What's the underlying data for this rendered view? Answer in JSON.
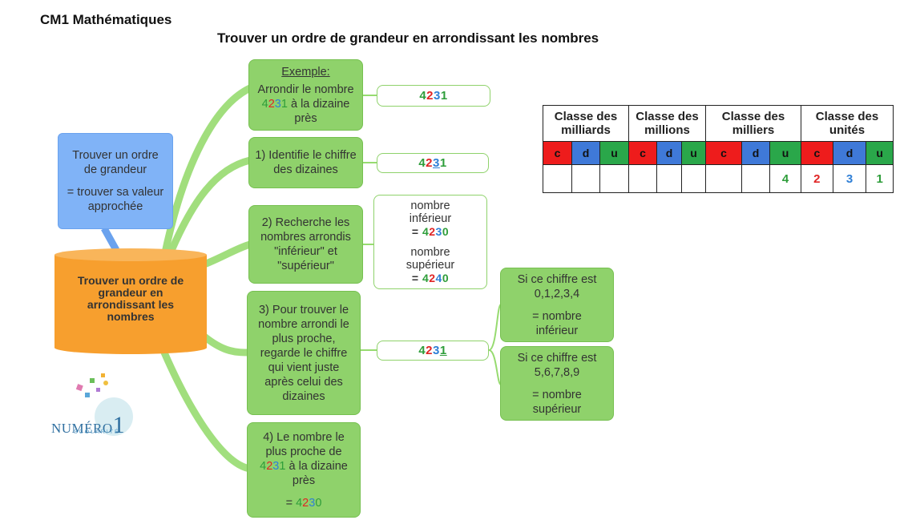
{
  "header": {
    "subject": "CM1 Mathématiques",
    "title": "Trouver un ordre de grandeur en arrondissant les nombres"
  },
  "central": {
    "label": "Trouver un ordre de grandeur en arrondissant les nombres"
  },
  "definition": {
    "line1": "Trouver un ordre de grandeur",
    "line2": "= trouver sa valeur approchée"
  },
  "example": {
    "heading": "Exemple:",
    "text_before": "Arrondir le nombre",
    "text_after": "à la dizaine près",
    "result": "4231"
  },
  "step1": {
    "text": "1) Identifie le chiffre des dizaines",
    "result": "4231"
  },
  "step2": {
    "text": "2) Recherche les nombres arrondis \"inférieur\" et \"supérieur\"",
    "lower_label": "nombre inférieur",
    "lower_value": "= 4230",
    "upper_label": "nombre supérieur",
    "upper_value": "= 4240"
  },
  "step3": {
    "text": "3) Pour trouver le nombre arrondi le plus proche, regarde le chiffre qui vient juste après celui des dizaines",
    "result": "4231"
  },
  "rule_low": {
    "line1": "Si ce chiffre est 0,1,2,3,4",
    "line2": "= nombre inférieur"
  },
  "rule_high": {
    "line1": "Si ce chiffre est 5,6,7,8,9",
    "line2": "= nombre supérieur"
  },
  "step4": {
    "text_before": "4) Le nombre le plus proche de",
    "text_after": "à la dizaine près",
    "result": "= 4230"
  },
  "logo": {
    "text": "NUMÉRO",
    "digit": "1",
    "subtitle": "SCOLARITÉ"
  },
  "table": {
    "classes": [
      "Classe des milliards",
      "Classe des millions",
      "Classe des milliers",
      "Classe des unités"
    ],
    "letters": [
      "c",
      "d",
      "u",
      "c",
      "d",
      "u",
      "c",
      "d",
      "u",
      "c",
      "d",
      "u"
    ],
    "values": [
      "",
      "",
      "",
      "",
      "",
      "",
      "",
      "",
      "4",
      "2",
      "3",
      "1"
    ]
  },
  "colors": {
    "mind_green": "#8fd26b",
    "central_orange": "#f79f2e",
    "blue_box": "#80b3f7",
    "digit_green": "#2e9d3a",
    "digit_red": "#e02525",
    "digit_blue": "#2f7fd6"
  }
}
